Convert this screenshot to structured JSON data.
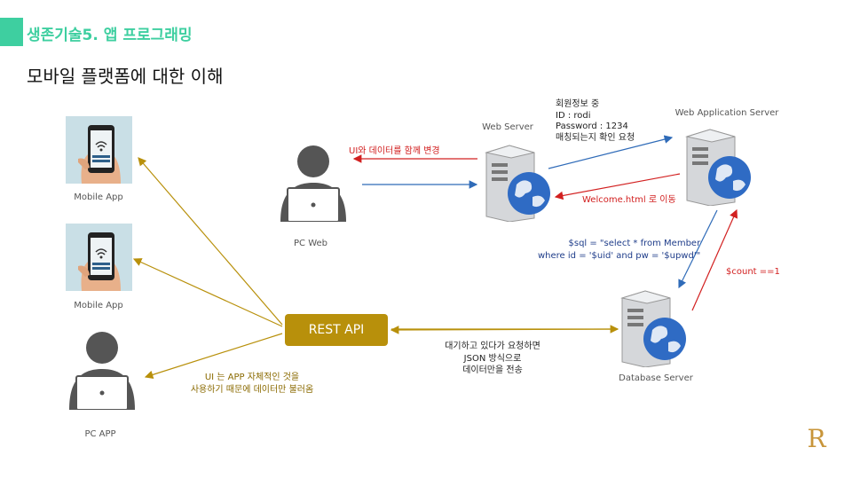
{
  "header": {
    "title": "생존기술5. 앱 프로그래밍"
  },
  "page": {
    "title": "모바일 플랫폼에 대한 이해"
  },
  "nodes": {
    "mobile_app_1": "Mobile App",
    "mobile_app_2": "Mobile App",
    "pc_app": "PC APP",
    "pc_web": "PC Web",
    "web_server": "Web Server",
    "was": "Web Application Server",
    "db_server": "Database Server",
    "rest_api": "REST API"
  },
  "annotations": {
    "ui_update": "UI와 데이터를 함께 변경",
    "member_info": [
      "회원정보 중",
      "ID : rodi",
      "Password : 1234",
      "매칭되는지 확인 요청"
    ],
    "welcome": "Welcome.html 로 이동",
    "sql": [
      "$sql = \"select * from Member",
      "where id = '$uid' and pw = '$upwd'\""
    ],
    "count": "$count ==1",
    "json_wait": [
      "대기하고 있다가 요청하면",
      "JSON 방식으로",
      "데이터만을 전송"
    ],
    "ui_app": [
      "UI 는 APP 자체적인 것을",
      "사용하기 때문에 데이터만 불러옴"
    ]
  },
  "colors": {
    "accent": "#3ecfa0",
    "rest_api": "#b8900b",
    "red_arrow": "#d22020",
    "blue_arrow": "#2f6bb8",
    "gold_arrow": "#b8900b"
  },
  "logo": {
    "letter": "R",
    "tagline": ""
  }
}
